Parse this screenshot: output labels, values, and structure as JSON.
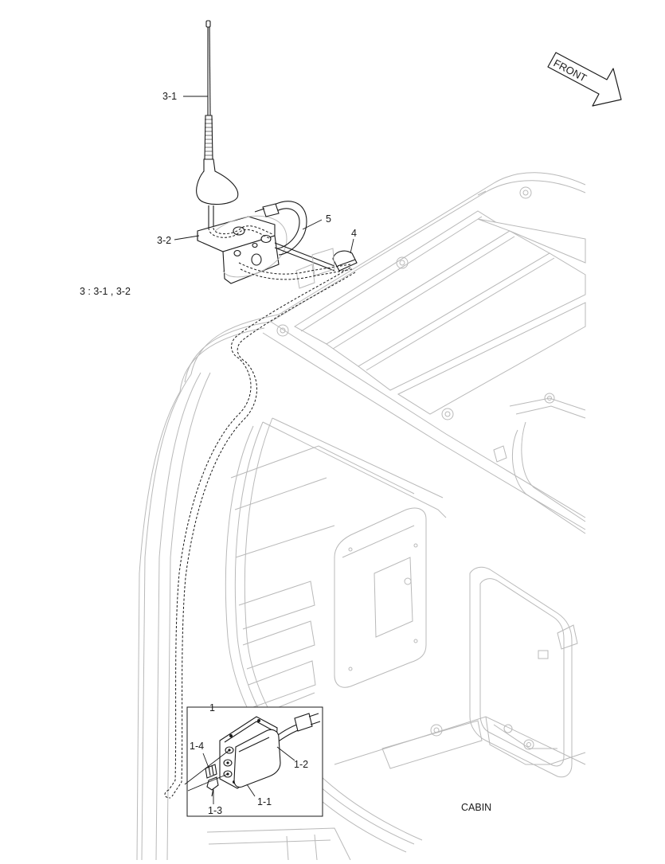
{
  "labels": {
    "part_3_1": "3-1",
    "part_3_2": "3-2",
    "part_5": "5",
    "part_4": "4",
    "part_1": "1",
    "part_1_1": "1-1",
    "part_1_2": "1-2",
    "part_1_3": "1-3",
    "part_1_4": "1-4",
    "assembly_note": "3 : 3-1 , 3-2",
    "front_marker": "FRONT",
    "cabin": "CABIN"
  }
}
